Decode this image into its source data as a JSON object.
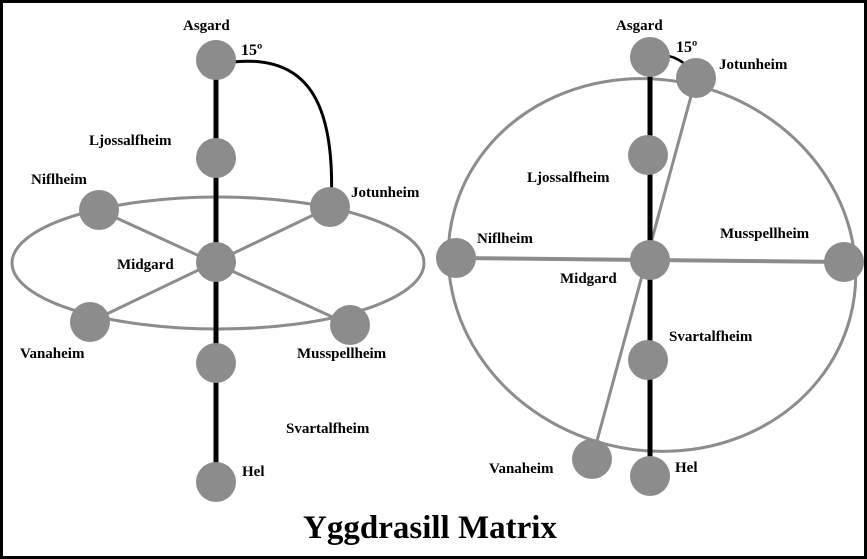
{
  "title": "Yggdrasill Matrix",
  "colors": {
    "node": "#8c8c8c",
    "ring": "#8c8c8c",
    "spoke": "#8c8c8c",
    "axis": "#000000",
    "border": "#000000",
    "background": "#ffffff"
  },
  "left_diagram": {
    "angle_label": "15º",
    "nodes": {
      "asgard": "Asgard",
      "ljossalfheim": "Ljossalfheim",
      "niflheim": "Niflheim",
      "jotunheim": "Jotunheim",
      "midgard": "Midgard",
      "vanaheim": "Vanaheim",
      "musspellheim": "Musspellheim",
      "svartalfheim": "Svartalfheim",
      "hel": "Hel"
    }
  },
  "right_diagram": {
    "angle_label": "15º",
    "nodes": {
      "asgard": "Asgard",
      "jotunheim": "Jotunheim",
      "ljossalfheim": "Ljossalfheim",
      "niflheim": "Niflheim",
      "musspellheim": "Musspellheim",
      "midgard": "Midgard",
      "svartalfheim": "Svartalfheim",
      "vanaheim": "Vanaheim",
      "hel": "Hel"
    }
  }
}
